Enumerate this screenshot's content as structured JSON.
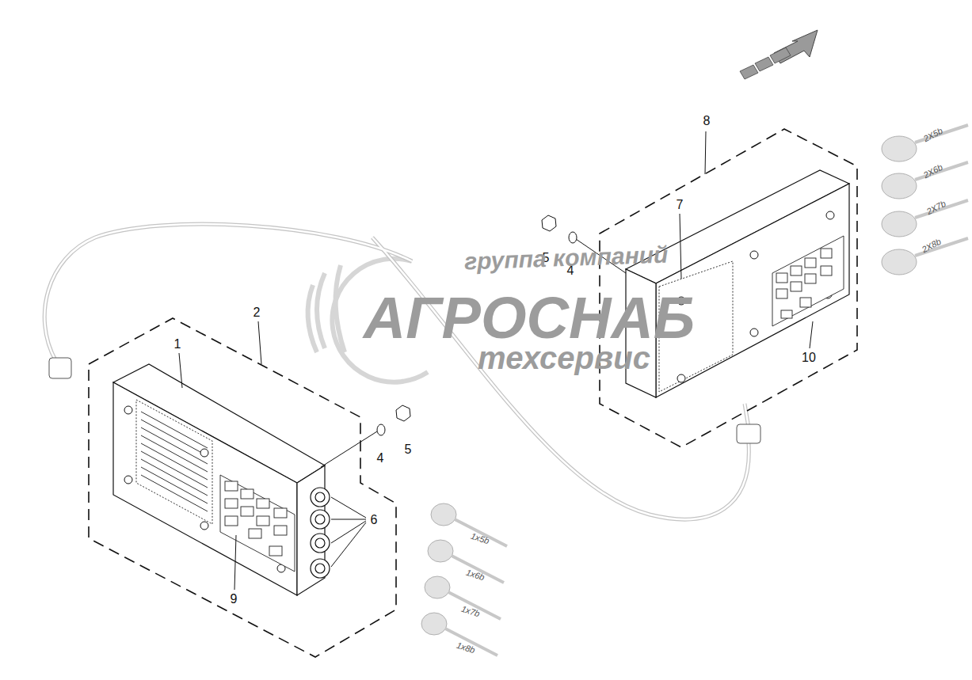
{
  "diagram": {
    "labels": [
      "8",
      "2X5b",
      "2X6b",
      "2X7b",
      "2X8b",
      "7",
      "5",
      "4",
      "2",
      "1",
      "4",
      "5",
      "10",
      "6",
      "9",
      "1x5b",
      "1x6b",
      "1x7b",
      "1x8b",
      "группа компаний",
      "АГРОСНАБ",
      "техсервис"
    ]
  }
}
